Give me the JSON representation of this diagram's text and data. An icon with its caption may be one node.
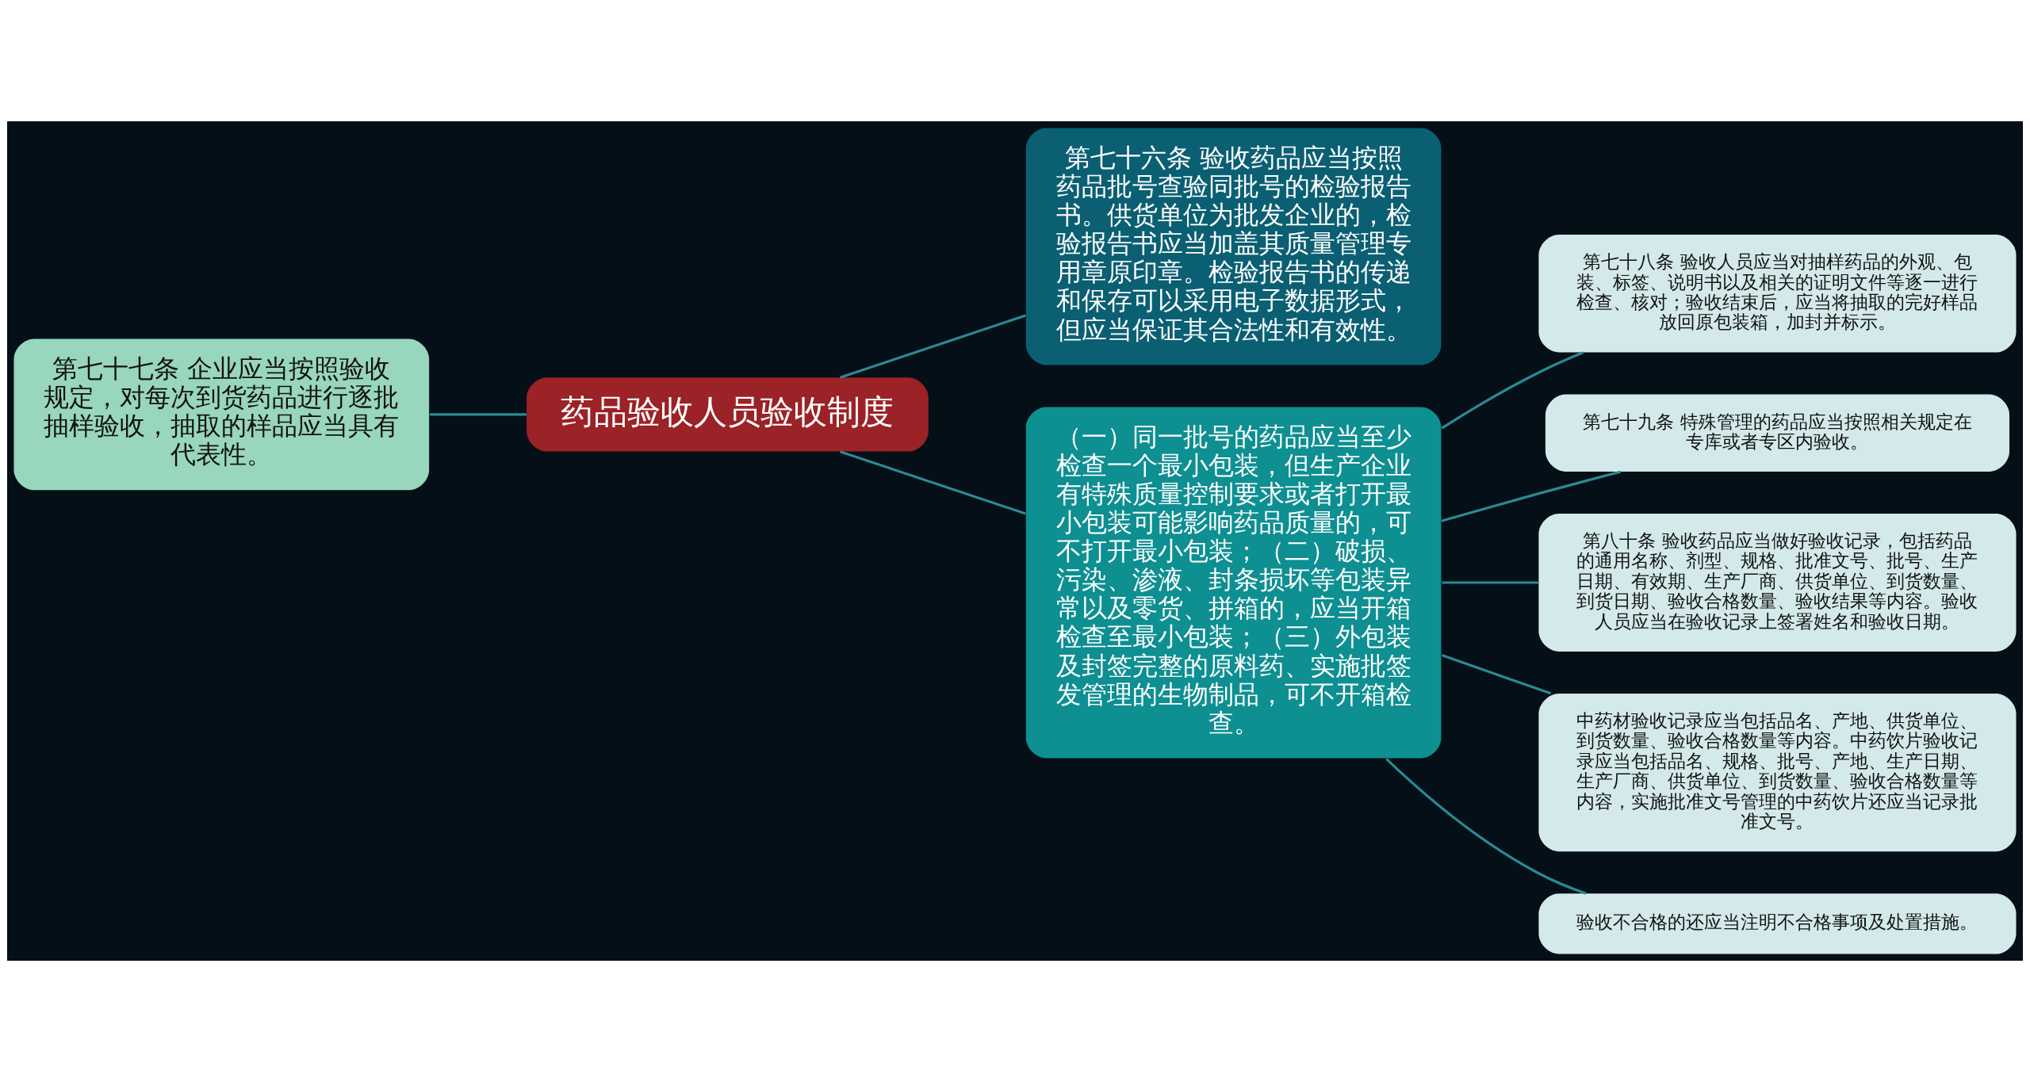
{
  "diagram": {
    "nodes": [
      {
        "text": [
          "药品验收人员验收制度"
        ]
      },
      {
        "text": [
          "第七十六条 验收药品应当按照药品批号查验同批号的检验报告书。供货单位为批发企业的，检验报告书应当加盖其质量管理专用章原印章。检验报告书的传递和保存可以采用电子数据形式，但应当保证其合法性和有效性。"
        ]
      },
      {
        "text": [
          "第七十七条 企业应当按照验收规定，对每次到货药品进行逐批抽样验收，抽取的样品应当具有代表性。"
        ]
      },
      {
        "text": [
          "（一）同一批号的药品应当至少检查一个最小包装，但生产企业有特殊质量控制要求或者打开最小包装可能影响药品质量的，可不打开最小包装；（二）破损、污染、渗液、封条损坏等包装异常以及零货、拼箱的，应当开箱检查至最小包装；（三）外包装及封签完整的原料药、实施批签发管理的生物制品，可不开箱检查。"
        ]
      },
      {
        "text": [
          "第七十八条 验收人员应当对抽样药品的外观、包装、标签、说明书以及相关的证明文件等逐一进行检查、核对；验收结束后，应当将抽取的完好样品放回原包装箱，加封并标示。"
        ]
      },
      {
        "text": [
          "第七十九条 特殊管理的药品应当按照相关规定在专库或者专区内验收。"
        ]
      },
      {
        "text": [
          "第八十条 验收药品应当做好验收记录，包括药品的通用名称、剂型、规格、批准文号、批号、生产日期、有效期、生产厂商、供货单位、到货数量、到货日期、验收合格数量、验收结果等内容。验收人员应当在验收记录上签署姓名和验收日期。"
        ]
      },
      {
        "text": [
          "中药材验收记录应当包括品名、产地、供货单位、到货数量、验收合格数量等内容。中药饮片验收记录应当包括品名、规格、批号、产地、生产日期、生产厂商、供货单位、到货数量、验收合格数量等内容，实施批准文号管理的中药饮片还应当记录批准文号。"
        ]
      },
      {
        "text": [
          "验收不合格的还应当注明不合格事项及处置措施。"
        ]
      }
    ],
    "edges": [
      {
        "from": 0,
        "to": 1,
        "arrow": "none"
      },
      {
        "from": 2,
        "to": 0,
        "arrow": "none"
      },
      {
        "from": 0,
        "to": 3,
        "arrow": "none"
      },
      {
        "from": 3,
        "to": 4,
        "arrow": "none"
      },
      {
        "from": 3,
        "to": 5,
        "arrow": "none"
      },
      {
        "from": 3,
        "to": 6,
        "arrow": "none"
      },
      {
        "from": 3,
        "to": 7,
        "arrow": "none"
      },
      {
        "from": 3,
        "to": 8,
        "arrow": "none"
      }
    ]
  }
}
